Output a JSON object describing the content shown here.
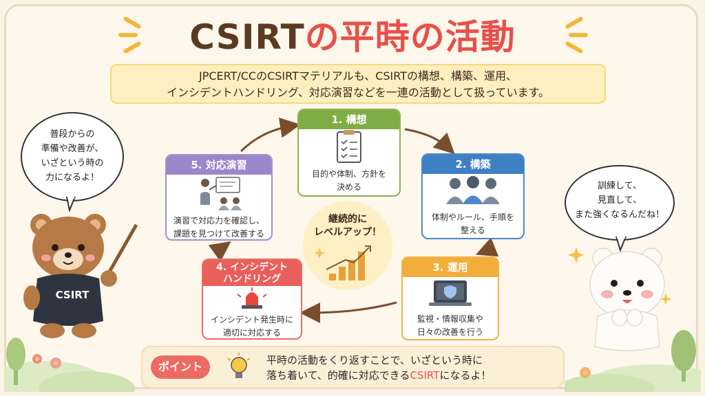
{
  "title": {
    "part1": "CSIRT",
    "part2": "の平時の活動"
  },
  "intro": {
    "line1": "JPCERT/CCのCSIRTマテリアルも、CSIRTの構想、構築、運用、",
    "line2": "インシデントハンドリング、対応演習などを一連の活動として扱っています。"
  },
  "steps": [
    {
      "title": "1. 構想",
      "desc1": "目的や体制、方針を",
      "desc2": "決める",
      "icon": "clipboard-checklist-icon",
      "color": "#7fad45"
    },
    {
      "title": "2. 構築",
      "desc1": "体制やルール、手順を",
      "desc2": "整える",
      "icon": "team-people-icon",
      "color": "#3f7fc4"
    },
    {
      "title": "3. 運用",
      "desc1": "監視・情報収集や",
      "desc2": "日々の改善を行う",
      "icon": "laptop-shield-icon",
      "color": "#f2ad3b"
    },
    {
      "title1": "4. インシデント",
      "title2": "ハンドリング",
      "desc1": "インシデント発生時に",
      "desc2": "適切に対応する",
      "icon": "siren-alarm-icon",
      "color": "#e9605b"
    },
    {
      "title": "5. 対応演習",
      "desc1": "演習で対応力を確認し、",
      "desc2": "課題を見つけて改善する",
      "icon": "presentation-training-icon",
      "color": "#9b86c9"
    }
  ],
  "center": {
    "line1": "継続的に",
    "line2": "レベルアップ！",
    "icon": "growth-bar-chart-icon"
  },
  "left_bubble": {
    "lines": [
      "普段からの",
      "準備や改善が、",
      "いざという時の",
      "力になるよ！"
    ]
  },
  "right_bubble": {
    "lines": [
      "訓練して、",
      "見直して、",
      "また強くなるんだね！"
    ]
  },
  "bear_shirt": "CSIRT",
  "point": {
    "tag": "ポイント",
    "line1": "平時の活動をくり返すことで、いざという時に",
    "line2_a": "落ち着いて、的確に対応できる",
    "line2_b": "CSIRT",
    "line2_c": "になるよ！",
    "icon": "lightbulb-icon"
  }
}
